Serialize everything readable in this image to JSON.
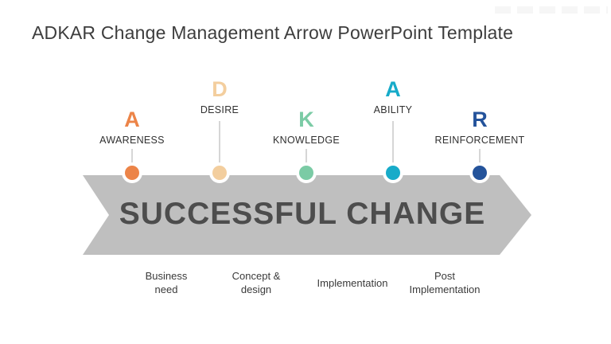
{
  "title": "ADKAR Change Management Arrow PowerPoint Template",
  "arrow": {
    "label": "SUCCESSFUL CHANGE",
    "fill_color": "#BFBFBF",
    "text_color": "#4D4D4D"
  },
  "steps": [
    {
      "letter": "A",
      "label": "AWARENESS",
      "color": "#EC8448",
      "position": "low"
    },
    {
      "letter": "D",
      "label": "DESIRE",
      "color": "#F3CE9E",
      "position": "high"
    },
    {
      "letter": "K",
      "label": "KNOWLEDGE",
      "color": "#7BCBA5",
      "position": "low"
    },
    {
      "letter": "A",
      "label": "ABILITY",
      "color": "#17ABC9",
      "position": "high"
    },
    {
      "letter": "R",
      "label": "REINFORCEMENT",
      "color": "#24539B",
      "position": "low"
    }
  ],
  "phases": [
    {
      "line1": "Business",
      "line2": "need"
    },
    {
      "line1": "Concept &",
      "line2": "design"
    },
    {
      "line1": "Implementation",
      "line2": ""
    },
    {
      "line1": "Post",
      "line2": "Implementation"
    }
  ]
}
